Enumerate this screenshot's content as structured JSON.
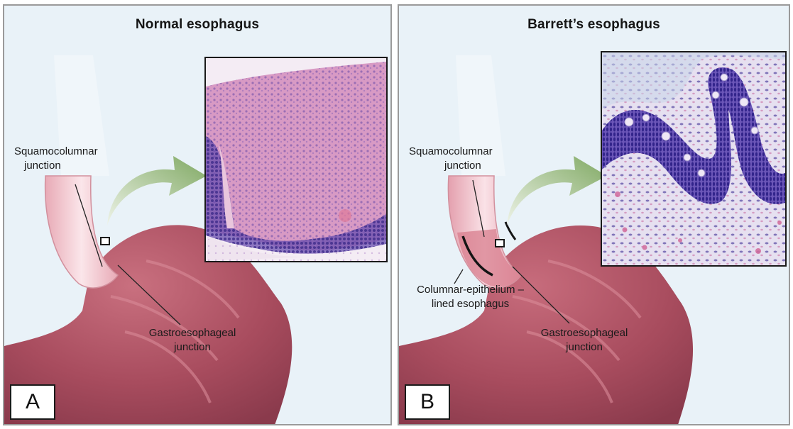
{
  "panel_a": {
    "title": "Normal esophagus",
    "labels": {
      "squamocolumnar": [
        "Squamocolumnar",
        "junction"
      ],
      "gastroesophageal": [
        "Gastroesophageal",
        "junction"
      ]
    },
    "letter": "A"
  },
  "panel_b": {
    "title": "Barrett’s esophagus",
    "labels": {
      "squamocolumnar": [
        "Squamocolumnar",
        "junction"
      ],
      "columnar": [
        "Columnar-epithelium –",
        "lined esophagus"
      ],
      "gastroesophageal": [
        "Gastroesophageal",
        "junction"
      ]
    },
    "letter": "B"
  },
  "colors": {
    "background": "#e9f2f8",
    "stomach": "#b2586a",
    "esophagus": "#f2c8cf",
    "arrow": "#9fbf86",
    "histology_pink": "#d58fbf",
    "histology_purple": "#5b3f9e"
  }
}
